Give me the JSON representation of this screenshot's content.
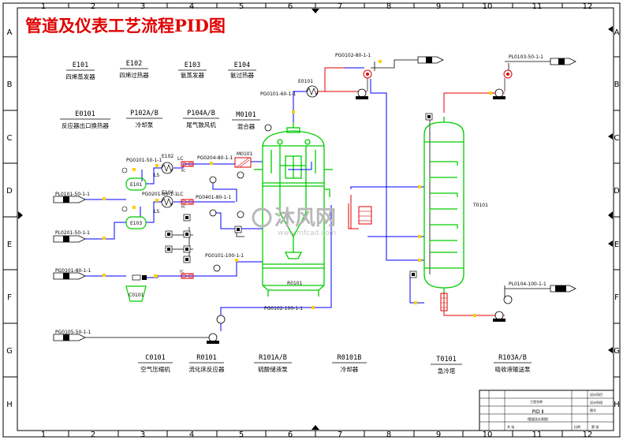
{
  "title": "管道及仪表工艺流程PID图",
  "grid": {
    "columns": [
      "1",
      "2",
      "3",
      "4",
      "5",
      "6",
      "7",
      "8",
      "9",
      "10",
      "11",
      "12"
    ],
    "rows": [
      "A",
      "B",
      "C",
      "D",
      "E",
      "F",
      "G",
      "H"
    ]
  },
  "legend_top": [
    {
      "tag": "E101",
      "desc": "四烯蒸发器"
    },
    {
      "tag": "E102",
      "desc": "四烯过热器"
    },
    {
      "tag": "E103",
      "desc": "氨蒸发器"
    },
    {
      "tag": "E104",
      "desc": "氨过热器"
    }
  ],
  "legend_mid": [
    {
      "tag": "E0101",
      "desc": "反应器出口换热器"
    },
    {
      "tag": "P102A/B",
      "desc": "冷却泵"
    },
    {
      "tag": "P104A/B",
      "desc": "尾气鼓风机"
    },
    {
      "tag": "M0101",
      "desc": "混合器"
    }
  ],
  "legend_bottom": [
    {
      "tag": "C0101",
      "desc": "空气压缩机"
    },
    {
      "tag": "R0101",
      "desc": "流化床反应器"
    },
    {
      "tag": "R101A/B",
      "desc": "硫酸储液泵"
    },
    {
      "tag": "R0101B",
      "desc": "冷却器"
    },
    {
      "tag": "T0101",
      "desc": "急冷塔"
    },
    {
      "tag": "R103A/B",
      "desc": "吸收液输送泵"
    }
  ],
  "equipment_labels": {
    "e0101": "E0101",
    "e102": "E102",
    "e104": "E104",
    "e101": "E101",
    "e103": "E103",
    "c0101": "C0101",
    "m0101": "M0101",
    "r0101": "R0101",
    "t0101": "T0101",
    "lc1": "LC",
    "lc2": "LC",
    "ls1": "LS",
    "ls2": "LS",
    "pc1": "PC",
    "pc2": "PC",
    "fc": "FC"
  },
  "line_numbers": {
    "l1": "PG0101-50-1-1",
    "l2": "PG0101-80-1-1",
    "l3": "PG0201-80-1-1",
    "l4": "PG0204-80-1-1",
    "l5": "PG0101-100-1-1",
    "l6": "PL0101-50-1-1",
    "l7": "PL0201-50-1-1",
    "l8": "PG0105-50-1-1",
    "l9": "PG0101-60-1-1",
    "l10": "PG0102-80-1-1",
    "l11": "PL0103-50-1-1",
    "l12": "PG0102-100-1-1",
    "l13": "PL0104-100-1-1",
    "l14": "PG0401-80-1-1"
  },
  "title_block": {
    "project": "工程名称",
    "drawing": "PID Ⅱ",
    "subtitle": "(管道及仪表图)",
    "r1a": "设计项目",
    "r1b": "设计阶段",
    "r2a": "图号",
    "r2b": "比例",
    "r3a": "共 张",
    "r3b": "第 张"
  },
  "watermark": {
    "brand": "沐风网",
    "url": "www.mfcad.com"
  },
  "colors": {
    "green": "#00cc00",
    "blue": "#0000ff",
    "red": "#e00000",
    "yellow": "#ffd000",
    "black": "#000000"
  }
}
